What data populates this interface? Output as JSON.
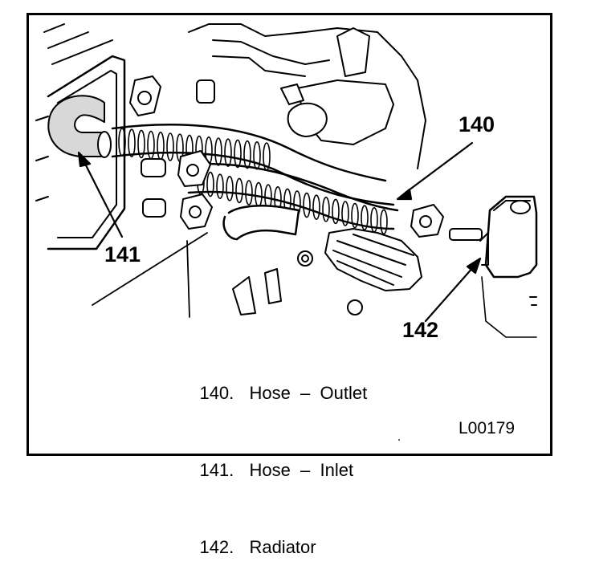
{
  "callouts": {
    "c140": "140",
    "c141": "141",
    "c142": "142"
  },
  "legend": [
    {
      "num": "140.",
      "text": "Hose  –  Outlet"
    },
    {
      "num": "141.",
      "text": "Hose  –  Inlet"
    },
    {
      "num": "142.",
      "text": "Radiator"
    }
  ],
  "figure_code": "L00179",
  "colors": {
    "ink": "#000000",
    "paper": "#ffffff",
    "shade": "#d8d8d8"
  }
}
